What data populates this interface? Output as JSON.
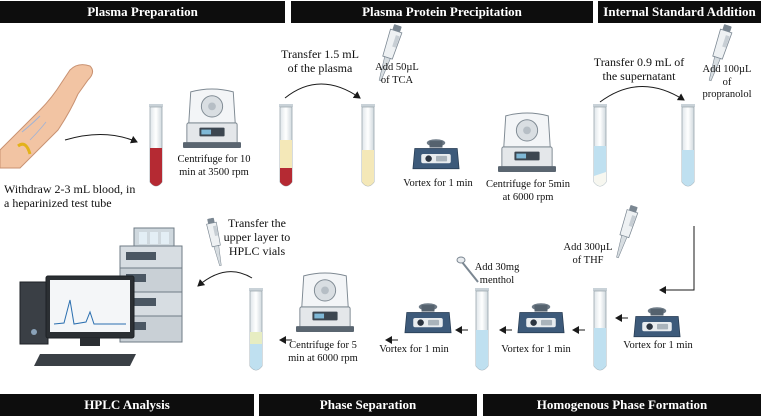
{
  "headers": {
    "plasma_preparation": "Plasma Preparation",
    "protein_precipitation": "Plasma Protein Precipitation",
    "internal_standard": "Internal Standard Addition",
    "hplc_analysis": "HPLC Analysis",
    "phase_separation": "Phase Separation",
    "homogenous_phase": "Homogenous Phase Formation"
  },
  "labels": {
    "withdraw": "Withdraw 2-3 mL blood, in\na heparinized test tube",
    "centrifuge_10": "Centrifuge for 10\nmin at 3500 rpm",
    "transfer_plasma": "Transfer 1.5 mL\nof the plasma",
    "add_tca": "Add 50µL\nof TCA",
    "vortex_1": "Vortex for 1 min",
    "centrifuge_5": "Centrifuge for 5min\nat 6000 rpm",
    "transfer_supernatant": "Transfer 0.9 mL of\nthe supernatant",
    "add_propranolol": "Add 100µL\nof\npropranolol",
    "add_thf": "Add 300µL\nof THF",
    "vortex_2": "Vortex for 1 min",
    "add_menthol": "Add 30mg\nmenthol",
    "vortex_3": "Vortex for 1 min",
    "vortex_4": "Vortex for 1 min",
    "centrifuge_5b": "Centrifuge for 5\nmin at 6000 rpm",
    "transfer_upper": "Transfer the\nupper layer to\nHPLC vials"
  },
  "colors": {
    "header_bg": "#0d0d0d",
    "blood": "#b52a33",
    "plasma": "#f4e8b8",
    "supernatant": "#bfe0f0",
    "device_blue": "#3d5a7a"
  }
}
